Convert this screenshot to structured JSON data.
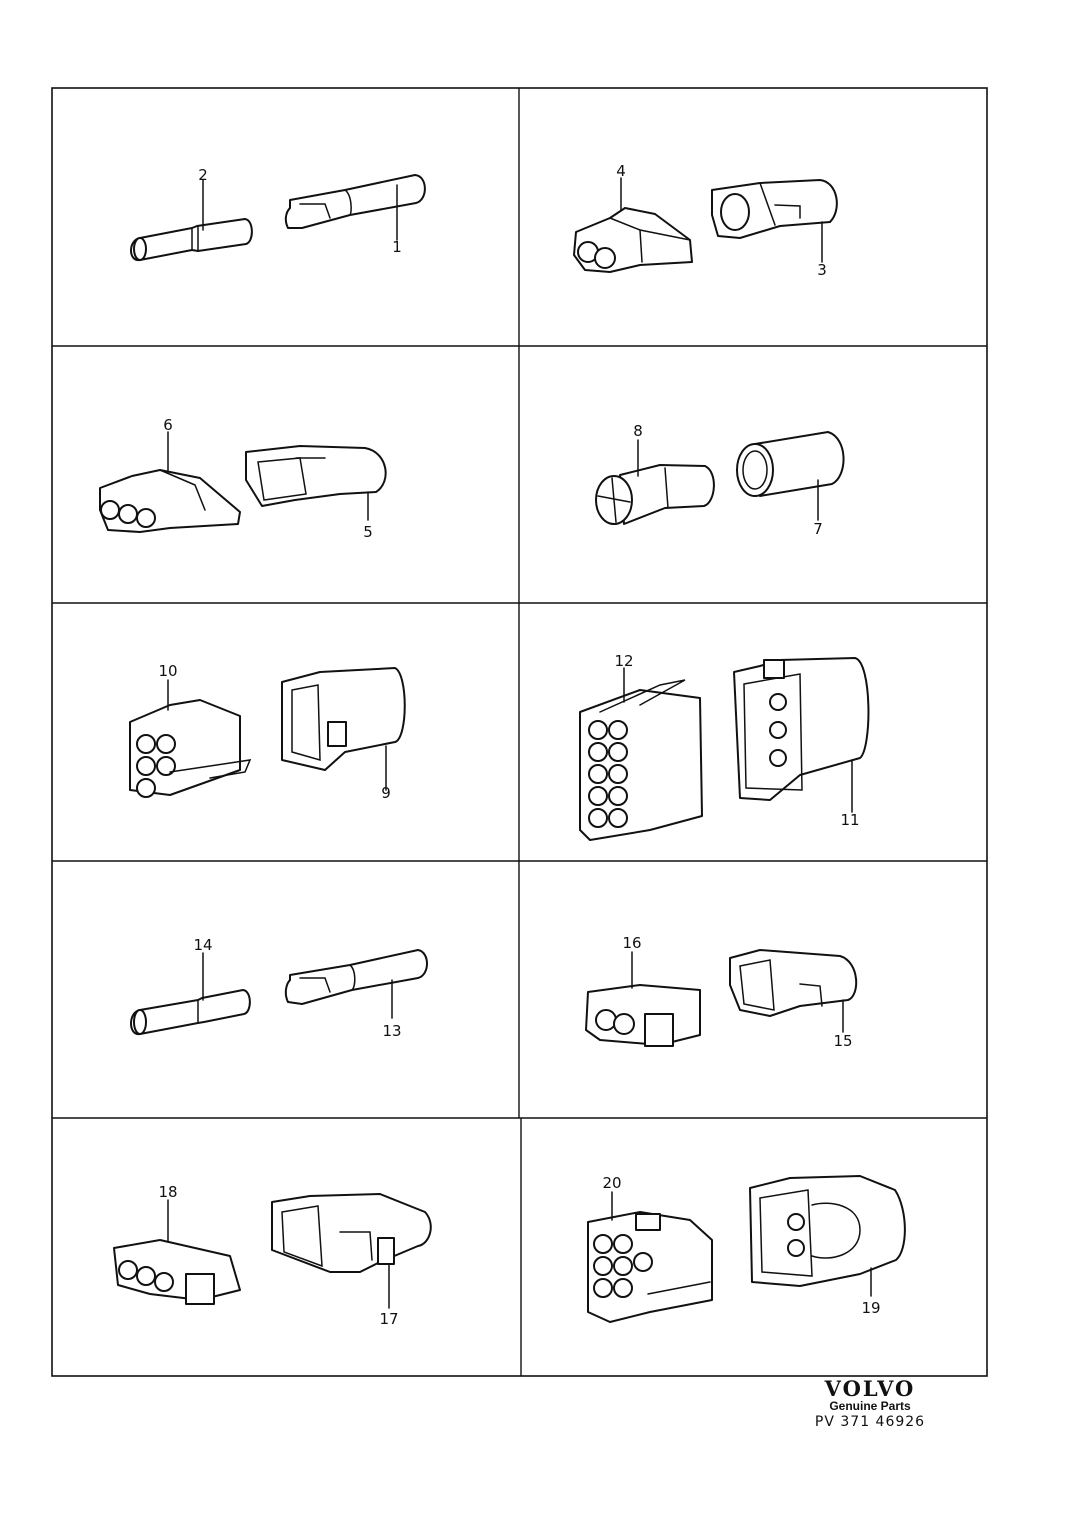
{
  "labels": {
    "p1": "1",
    "p2": "2",
    "p3": "3",
    "p4": "4",
    "p5": "5",
    "p6": "6",
    "p7": "7",
    "p8": "8",
    "p9": "9",
    "p10": "10",
    "p11": "11",
    "p12": "12",
    "p13": "13",
    "p14": "14",
    "p15": "15",
    "p16": "16",
    "p17": "17",
    "p18": "18",
    "p19": "19",
    "p20": "20"
  },
  "footer": {
    "brand": "VOLVO",
    "subtitle": "Genuine Parts",
    "code": "PV 371 46926"
  }
}
